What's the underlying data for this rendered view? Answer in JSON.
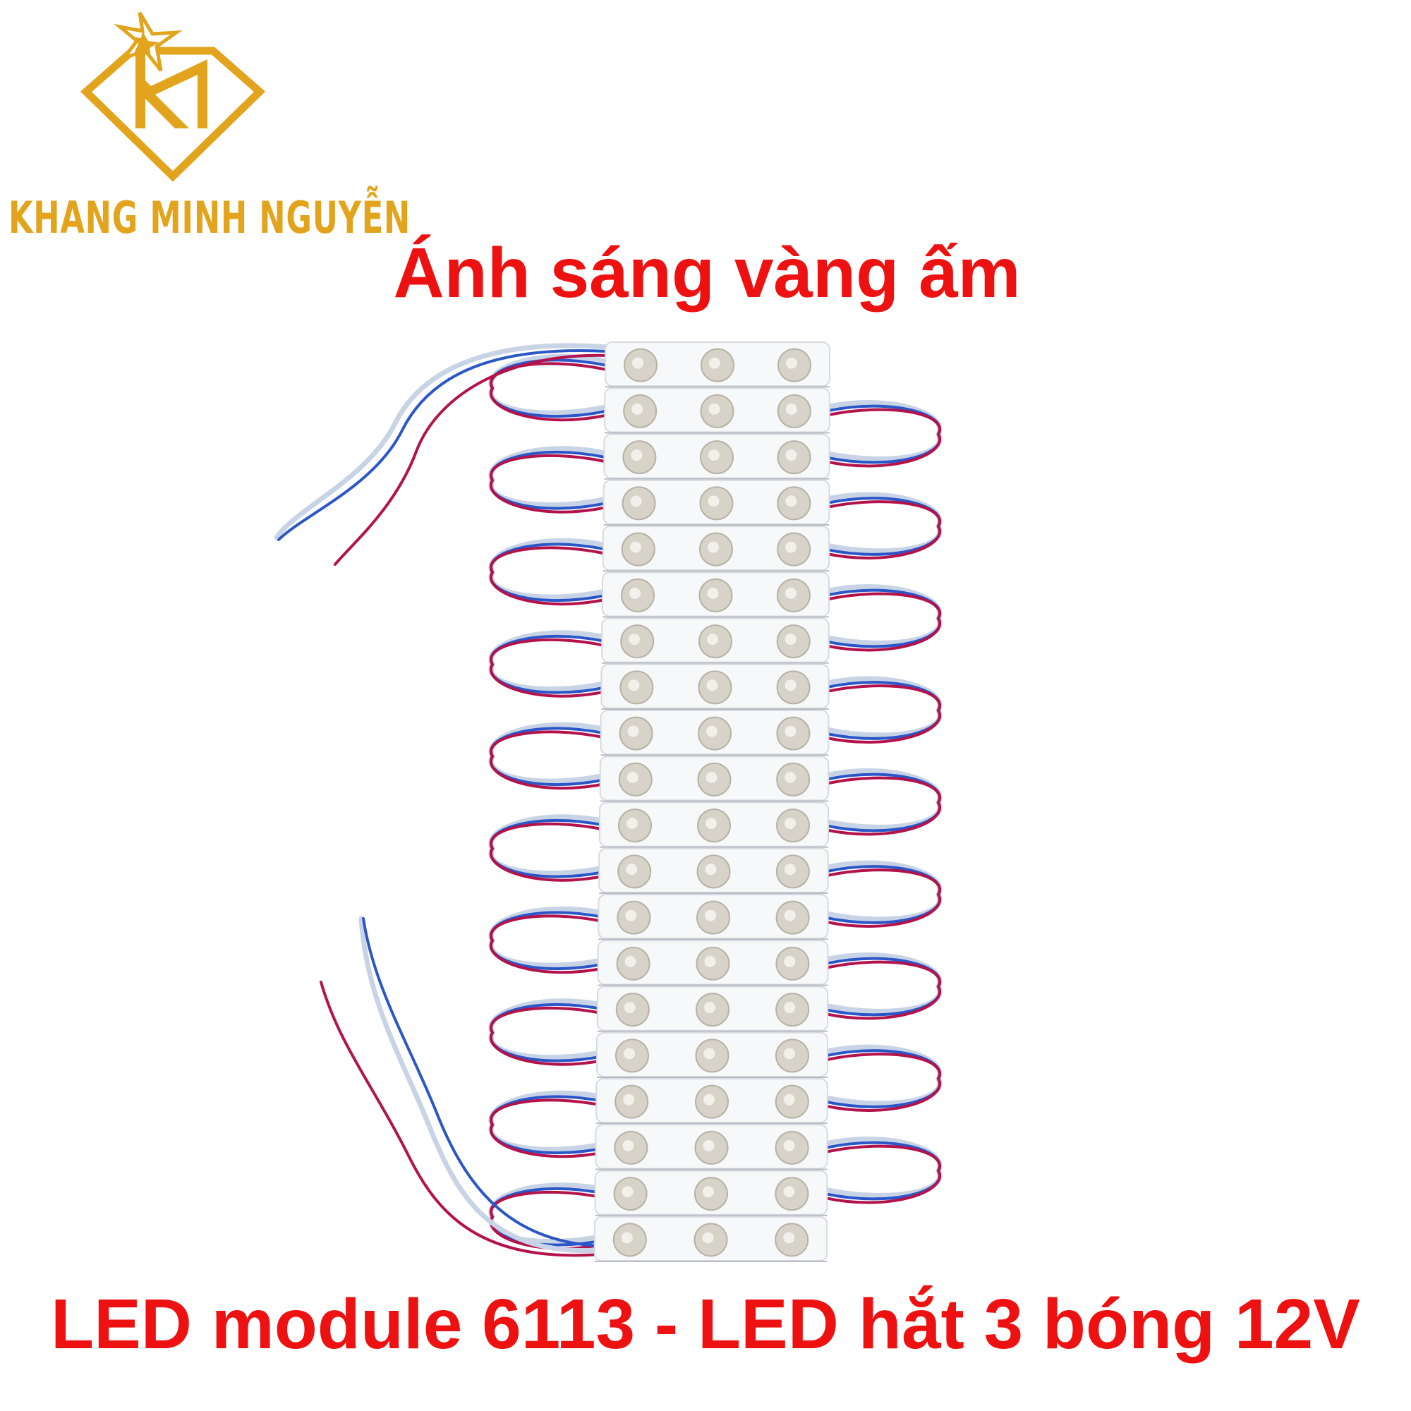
{
  "logo": {
    "brand_name": "KHANG MINH NGUYỄN",
    "monogram": "KM",
    "color": "#E2A41C"
  },
  "subtitle": "Ánh sáng vàng ấm",
  "caption": "LED module 6113 - LED hắt 3 bóng 12V",
  "product": {
    "module_count": 20,
    "leds_per_module": 3,
    "wire_colors": [
      "#C8D4E6",
      "#2B56C8",
      "#B3124A"
    ]
  },
  "accent_color": "#EE1111"
}
